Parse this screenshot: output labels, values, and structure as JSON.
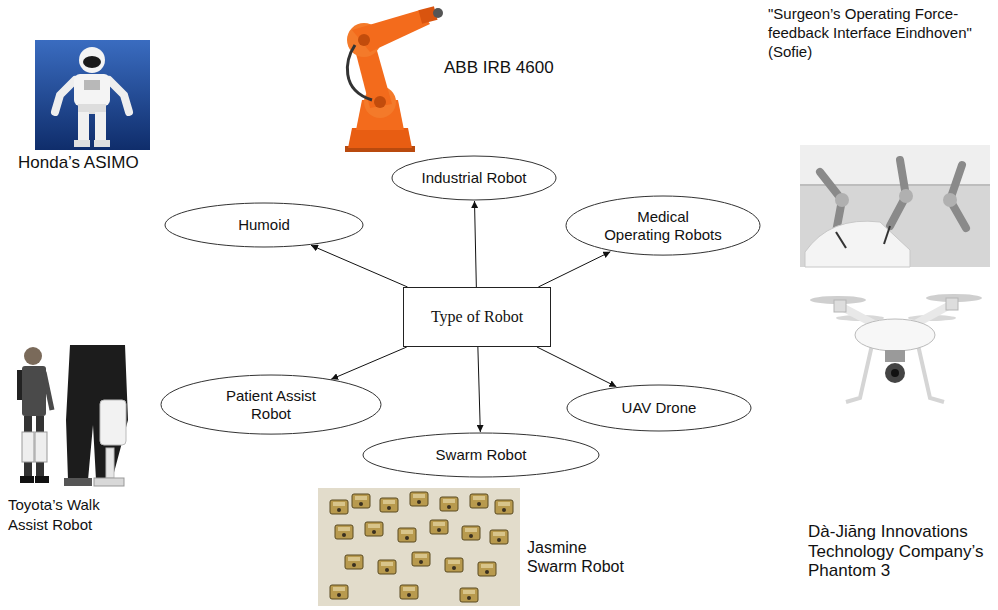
{
  "diagram": {
    "nodes": [
      {
        "text": [
          "Industrial Robot"
        ]
      },
      {
        "text": [
          "Humoid"
        ]
      },
      {
        "text": [
          "Medical Operating Robots"
        ]
      },
      {
        "text": [
          "Type of Robot"
        ]
      },
      {
        "text": [
          "Patient Assist Robot"
        ]
      },
      {
        "text": [
          "UAV Drone"
        ]
      },
      {
        "text": [
          "Swarm Robot"
        ]
      }
    ],
    "edges": [
      {
        "from": 3,
        "to": 0,
        "arrow": "to"
      },
      {
        "from": 3,
        "to": 1,
        "arrow": "to"
      },
      {
        "from": 3,
        "to": 2,
        "arrow": "to"
      },
      {
        "from": 3,
        "to": 4,
        "arrow": "to"
      },
      {
        "from": 3,
        "to": 5,
        "arrow": "to"
      },
      {
        "from": 3,
        "to": 6,
        "arrow": "to"
      }
    ],
    "labels": [
      "ABB IRB 4600",
      "\"Surgeon’s Operating Force-feedback Interface Eindhoven\" (Sofie)",
      "Honda’s ASIMO",
      "Toyota’s Walk Assist Robot",
      "Dà-Jiāng Innovations Technology Company’s Phantom 3",
      "Jasmine Swarm Robot"
    ]
  }
}
